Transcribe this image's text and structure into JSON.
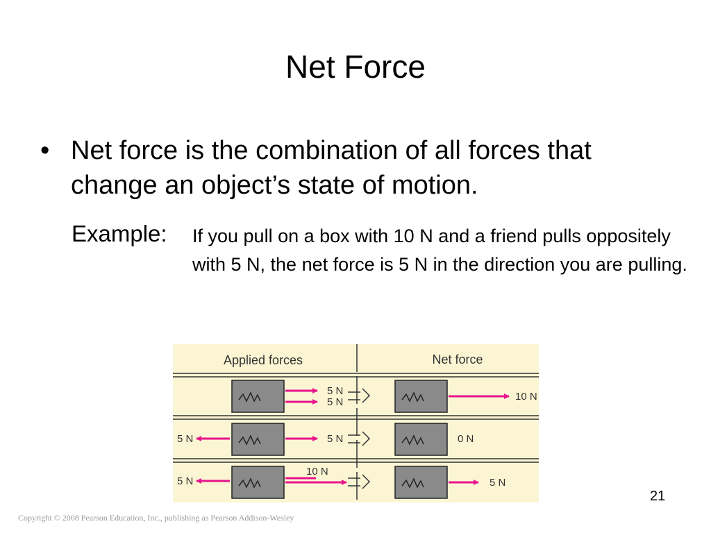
{
  "slide": {
    "title": "Net Force",
    "bullet": "Net force is the combination of all forces that change an object’s state of motion.",
    "example_label": "Example:",
    "example_text": "If you pull on a box with 10 N and a friend pulls oppositely with 5 N, the net force is 5 N in the direction you are pulling.",
    "page_number": "21",
    "copyright": "Copyright © 2008 Pearson Education, Inc., publishing as Pearson Addison-Wesley"
  },
  "figure": {
    "header_applied": "Applied forces",
    "header_net": "Net force",
    "rows": [
      {
        "left": "",
        "right_top": "5 N",
        "right_bottom": "5 N",
        "net": "10 N"
      },
      {
        "left": "5 N",
        "right": "5 N",
        "net": "0 N"
      },
      {
        "left": "5 N",
        "right": "10 N",
        "net": "5 N"
      }
    ],
    "colors": {
      "background": "#fbf5d3",
      "arrow": "#e8148c",
      "box": "#8a8a8a",
      "line": "#333333"
    }
  }
}
